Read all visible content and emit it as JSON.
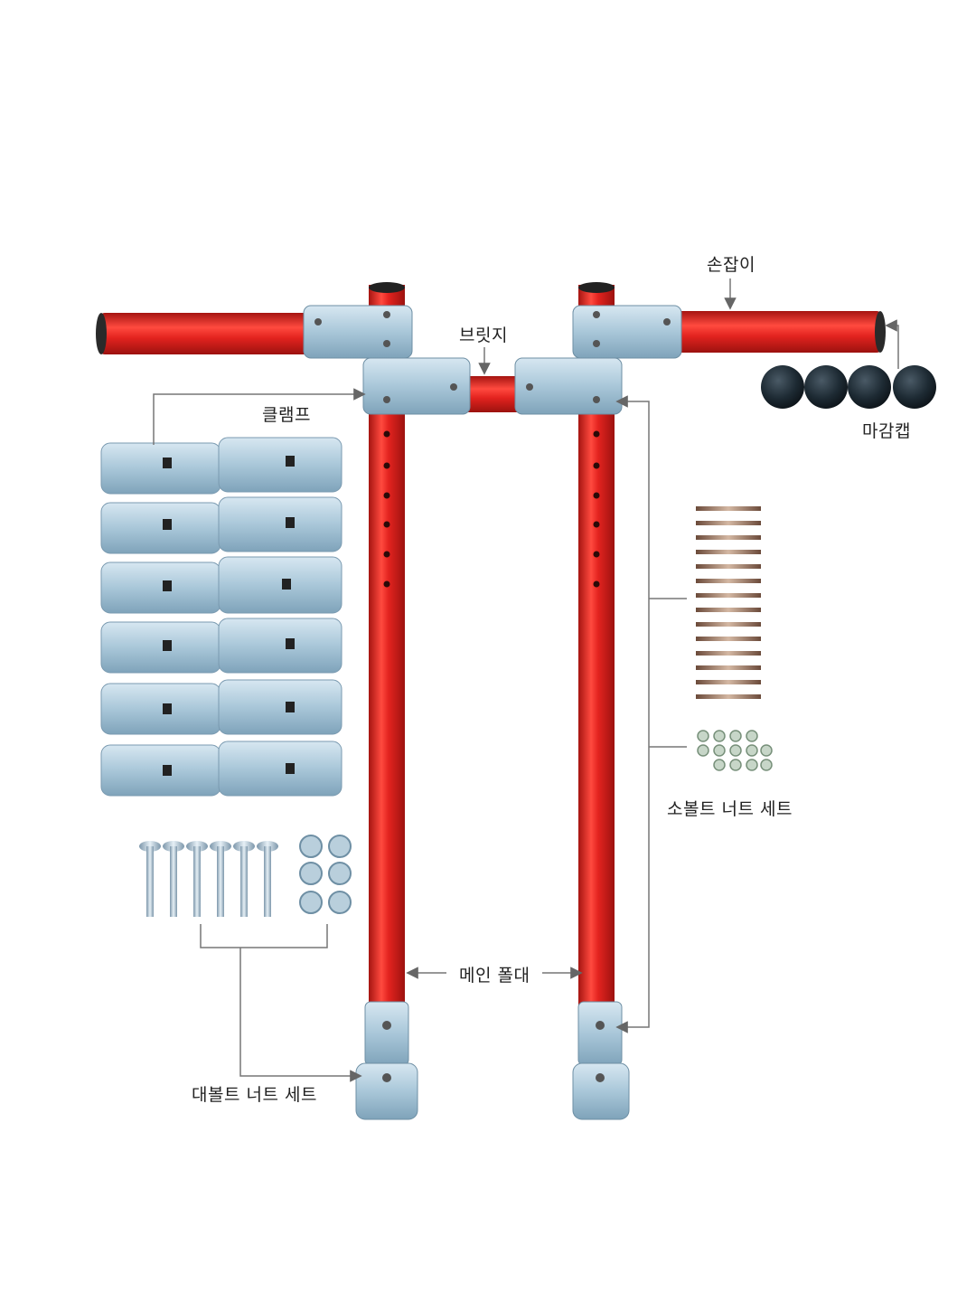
{
  "labels": {
    "handle": "손잡이",
    "bridge": "브릿지",
    "clamp": "클램프",
    "end_cap": "마감캡",
    "small_bolt_nut_set": "소볼트 너트 세트",
    "main_pole": "메인 폴대",
    "large_bolt_nut_set": "대볼트 너트 세트"
  },
  "colors": {
    "pole_red": "#e3231f",
    "clamp_metal": "#a9c7d9",
    "end_cap": "#1d2a33",
    "callout_line": "#777777",
    "arrow": "#666666"
  }
}
